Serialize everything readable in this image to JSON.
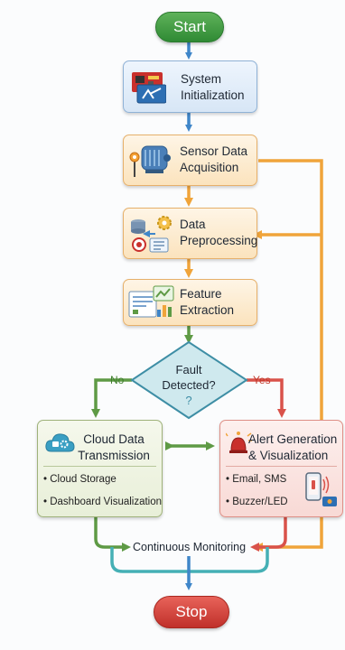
{
  "nodes": {
    "start": "Start",
    "system_init": [
      "System",
      "Initialization"
    ],
    "sensor": [
      "Sensor Data",
      "Acquisition"
    ],
    "preproc": [
      "Data",
      "Preprocessing"
    ],
    "feature": [
      "Feature",
      "Extraction"
    ],
    "decision": [
      "Fault",
      "Detected?",
      "?"
    ],
    "cloud": {
      "title": [
        "Cloud Data",
        "Transmission"
      ],
      "bullets": [
        "• Cloud Storage",
        "• Dashboard Visualization"
      ]
    },
    "alert": {
      "title": [
        "Alert Generation",
        "& Visualization"
      ],
      "bullets": [
        "• Email, SMS",
        "• Buzzer/LED"
      ]
    },
    "monitor": "Continuous Monitoring",
    "stop": "Stop"
  },
  "edges": {
    "no_label": "No",
    "yes_label": "Yes"
  },
  "colors": {
    "blue_arrow": "#3f86c9",
    "orange_arrow": "#f0a43a",
    "green_arrow": "#5e9a45",
    "red_arrow": "#d9524a",
    "teal_arrow": "#45b0b5",
    "diamond_fill": "#cfe9ee",
    "diamond_border": "#3e8ea5"
  },
  "icons": [
    "circuit-board-icon",
    "motor-sensor-icon",
    "database-gear-icon",
    "dashboard-chart-icon",
    "cloud-gear-icon",
    "alarm-icon",
    "phone-alert-icon"
  ]
}
